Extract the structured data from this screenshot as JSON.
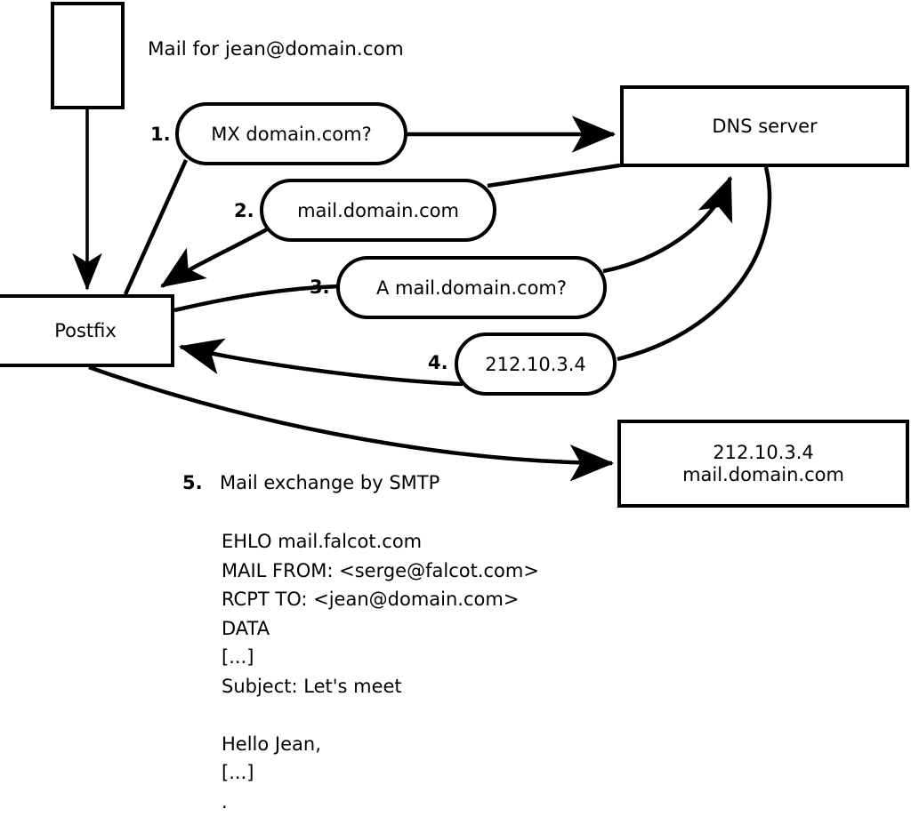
{
  "diagram": {
    "title_label": "Mail for jean@domain.com",
    "nodes": {
      "source": {
        "label": ""
      },
      "postfix": {
        "label": "Postfix"
      },
      "dns": {
        "label": "DNS server"
      },
      "target": {
        "line1": "212.10.3.4",
        "line2": "mail.domain.com"
      }
    },
    "steps": [
      {
        "number": "1.",
        "label": "MX domain.com?"
      },
      {
        "number": "2.",
        "label": "mail.domain.com"
      },
      {
        "number": "3.",
        "label": "A mail.domain.com?"
      },
      {
        "number": "4.",
        "label": "212.10.3.4"
      },
      {
        "number": "5.",
        "label": "Mail exchange by SMTP"
      }
    ],
    "smtp_transcript": "EHLO mail.falcot.com\nMAIL FROM: <serge@falcot.com>\nRCPT TO: <jean@domain.com>\nDATA\n[...]\nSubject: Let's meet\n\nHello Jean,\n[...]\n.",
    "colors": {
      "stroke": "#000000",
      "fill": "#ffffff",
      "text": "#000000"
    }
  }
}
